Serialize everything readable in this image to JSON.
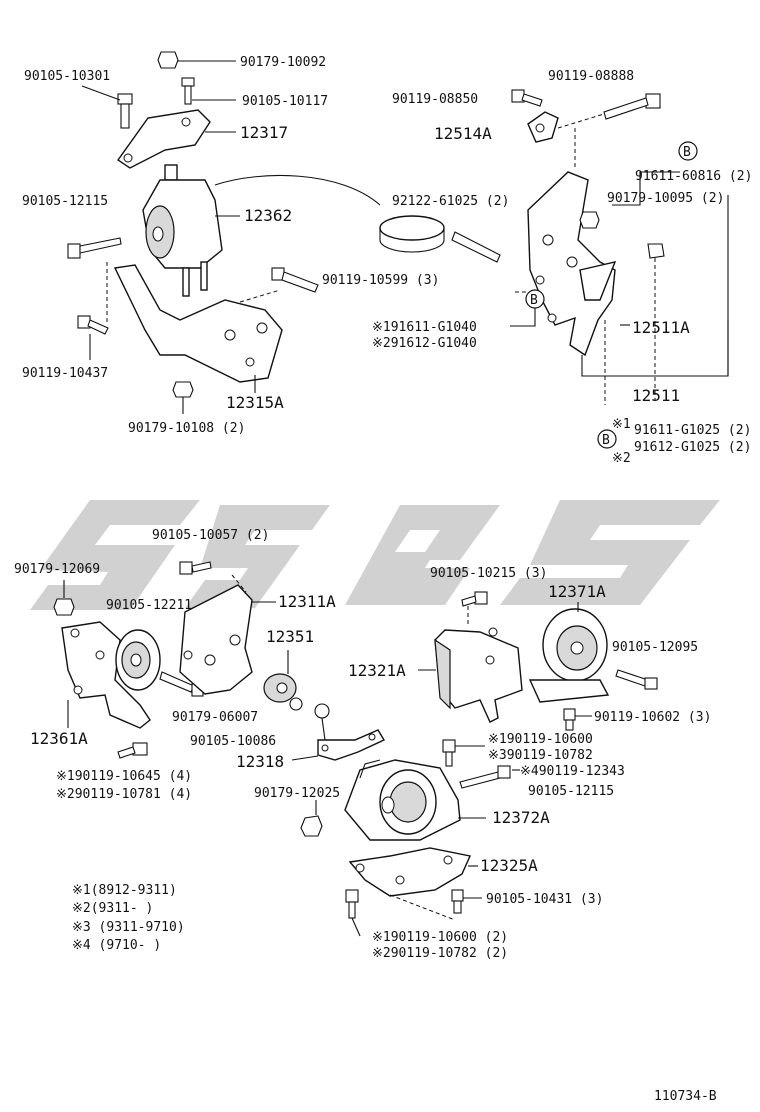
{
  "diagram_id": "110734-B",
  "part_labels": {
    "p90179_10092": "90179-10092",
    "p90105_10301": "90105-10301",
    "p90105_10117": "90105-10117",
    "p12317": "12317",
    "p90105_12115_top": "90105-12115",
    "p12362": "12362",
    "p90119_10599": "90119-10599 (3)",
    "p90119_10437": "90119-10437",
    "p12315A": "12315A",
    "p90179_10108": "90179-10108 (2)",
    "p90119_08888": "90119-08888",
    "p90119_08850": "90119-08850",
    "p12514A": "12514A",
    "p91611_60816": "91611-60816 (2)",
    "p90179_10095": "90179-10095 (2)",
    "p92122_61025": "92122-61025 (2)",
    "p191611_G1040": "※191611-G1040",
    "p291612_G1040": "※291612-G1040",
    "p12511A": "12511A",
    "p12511": "12511",
    "p91611_G1025": "91611-G1025 (2)",
    "p91612_G1025": "91612-G1025 (2)",
    "mark1": "※1",
    "mark2": "※2",
    "p90105_10057": "90105-10057 (2)",
    "p90179_12069": "90179-12069",
    "p90105_12211": "90105-12211",
    "p12311A": "12311A",
    "p12351": "12351",
    "p90179_06007": "90179-06007",
    "p90105_10086": "90105-10086",
    "p12318": "12318",
    "p12361A": "12361A",
    "p190119_10645": "※190119-10645 (4)",
    "p290119_10781": "※290119-10781 (4)",
    "p90105_10215": "90105-10215 (3)",
    "p12371A": "12371A",
    "p12321A": "12321A",
    "p90105_12095": "90105-12095",
    "p90119_10602": "90119-10602 (3)",
    "p190119_10600_mid": "※190119-10600",
    "p390119_10782": "※390119-10782",
    "p490119_12343": "※490119-12343",
    "p90105_12115_bot": "90105-12115",
    "p90179_12025": "90179-12025",
    "p12372A": "12372A",
    "p12325A": "12325A",
    "p90105_10431": "90105-10431 (3)",
    "p190119_10600_bot": "※190119-10600 (2)",
    "p290119_10782_bot": "※290119-10782 (2)"
  },
  "circle_marker": "B",
  "legend": [
    "※1(8912-9311)",
    "※2(9311-      )",
    "※3 (9311-9710)",
    "※4 (9710-      )"
  ]
}
